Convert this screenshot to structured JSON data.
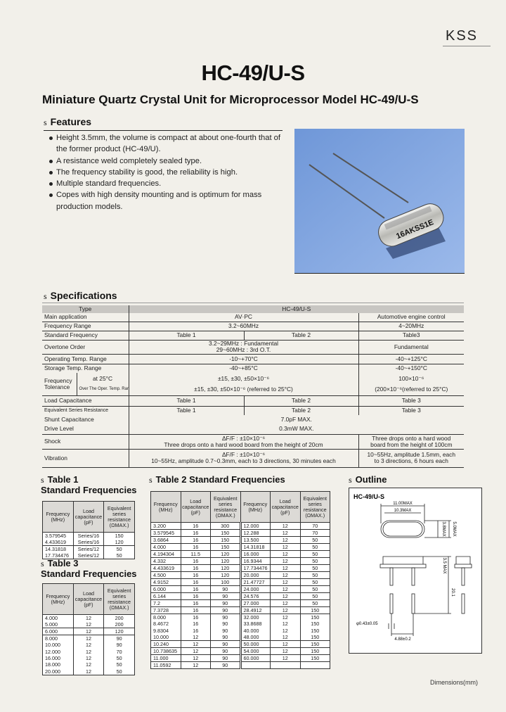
{
  "brand": "KSS",
  "title": "HC-49/U-S",
  "subtitle": "Miniature Quartz Crystal Unit for Microprocessor Model HC-49/U-S",
  "section_marker": "s",
  "features": {
    "heading": "Features",
    "items": [
      "Height 3.5mm, the volume is compact at about one-fourth that of the former product (HC-49/U).",
      "A resistance weld completely sealed type.",
      "The frequency stability is good, the reliability is high.",
      "Multiple standard frequencies.",
      "Copes with high density mounting and is optimum for mass production models."
    ]
  },
  "photo": {
    "marking": "16AKSS1E",
    "background": "#7ea3e0"
  },
  "specifications": {
    "heading": "Specifications",
    "type_label": "Type",
    "type_value": "HC-49/U-S",
    "main_application": {
      "label": "Main application",
      "a": "AV·PC",
      "b": "Automotive engine control"
    },
    "frequency_range": {
      "label": "Frequency Range",
      "a": "3.2~60MHz",
      "b": "4~20MHz"
    },
    "standard_frequency": {
      "label": "Standard Frequency",
      "t1": "Table 1",
      "t2": "Table 2",
      "t3": "Table3"
    },
    "overtone_order": {
      "label": "Overtone Order",
      "a1": "3.2~29MHz : Fundamental",
      "a2": "29~60MHz : 3rd O.T.",
      "b": "Fundamental"
    },
    "operating_temp": {
      "label": "Operating Temp. Range",
      "a": "-10~+70°C",
      "b": "-40~+125°C"
    },
    "storage_temp": {
      "label": "Storage Temp. Range",
      "a": "-40~+85°C",
      "b": "-40~+150°C"
    },
    "frequency_tolerance": {
      "label": "Frequency Tolerance",
      "at25_label": "at 25°C",
      "at25_a": "±15, ±30, ±50×10⁻⁶",
      "at25_b": "100×10⁻⁶",
      "over_label": "Over The Oper. Temp. Range",
      "over_a": "±15, ±30, ±50×10⁻⁶ (referred to 25°C)",
      "over_b": "(200×10⁻⁶(referred to 25°C)"
    },
    "load_capacitance": {
      "label": "Load Capacitance",
      "t1": "Table 1",
      "t2": "Table 2",
      "t3": "Table 3"
    },
    "esr": {
      "label": "Equivalent Series Resistance",
      "t1": "Table 1",
      "t2": "Table 2",
      "t3": "Table 3"
    },
    "shunt_capacitance": {
      "label": "Shunt Capacitance",
      "value": "7.0pF MAX."
    },
    "drive_level": {
      "label": "Drive Level",
      "value": "0.3mW MAX."
    },
    "shock": {
      "label": "Shock",
      "a1": "ΔF/F : ±10×10⁻⁶",
      "a2": "Three drops onto a hard wood board from the height of 20cm",
      "b1": "Three drops onto a hard wood",
      "b2": "board from the height of 100cm"
    },
    "vibration": {
      "label": "Vibration",
      "a1": "ΔF/F : ±10×10⁻⁶",
      "a2": "10~55Hz, amplitude 0.7~0.3mm, each to 3 directions, 30 minutes each",
      "b1": "10~55Hz, amplitude 1.5mm, each",
      "b2": "to 3 directions, 6 hours each"
    }
  },
  "columns": {
    "frequency": "Frequency (MHz)",
    "load": "Load capacitance (pF)",
    "esr": "Equivalent series resistance (ΩMAX.)"
  },
  "table1": {
    "label": "Table 1",
    "title": "Standard Frequencies",
    "rows": [
      [
        "3.579545",
        "Series/16",
        "150"
      ],
      [
        "4.433619",
        "Series/16",
        "120"
      ],
      [
        "14.31818",
        "Series/12",
        "50"
      ],
      [
        "17.734476",
        "Series/12",
        "50"
      ]
    ]
  },
  "table2": {
    "label": "Table 2",
    "title": "Standard Frequencies",
    "rows_left": [
      [
        "3.200",
        "16",
        "300"
      ],
      [
        "3.579545",
        "16",
        "150"
      ],
      [
        "3.6864",
        "16",
        "150"
      ],
      [
        "4.000",
        "16",
        "150"
      ],
      [
        "4.194304",
        "11.5",
        "120"
      ],
      [
        "4.332",
        "16",
        "120"
      ],
      [
        "4.433619",
        "16",
        "120"
      ],
      [
        "4.500",
        "16",
        "120"
      ],
      [
        "4.9152",
        "16",
        "100"
      ],
      [
        "6.000",
        "16",
        "90"
      ],
      [
        "6.144",
        "16",
        "90"
      ],
      [
        "7.2",
        "16",
        "90"
      ],
      [
        "7.3728",
        "16",
        "90"
      ],
      [
        "8.000",
        "16",
        "90"
      ],
      [
        "8.4672",
        "16",
        "90"
      ],
      [
        "9.8304",
        "16",
        "90"
      ],
      [
        "10.000",
        "12",
        "90"
      ],
      [
        "10.240",
        "12",
        "90"
      ],
      [
        "10.738635",
        "12",
        "90"
      ],
      [
        "11.000",
        "12",
        "90"
      ],
      [
        "11.0592",
        "12",
        "90"
      ]
    ],
    "rows_right": [
      [
        "12.000",
        "12",
        "70"
      ],
      [
        "12.288",
        "12",
        "70"
      ],
      [
        "13.500",
        "12",
        "50"
      ],
      [
        "14.31818",
        "12",
        "50"
      ],
      [
        "16.000",
        "12",
        "50"
      ],
      [
        "16.9344",
        "12",
        "50"
      ],
      [
        "17.734476",
        "12",
        "50"
      ],
      [
        "20.000",
        "12",
        "50"
      ],
      [
        "21.47727",
        "12",
        "50"
      ],
      [
        "24.000",
        "12",
        "50"
      ],
      [
        "24.576",
        "12",
        "50"
      ],
      [
        "27.000",
        "12",
        "50"
      ],
      [
        "28.4912",
        "12",
        "150"
      ],
      [
        "32.000",
        "12",
        "150"
      ],
      [
        "33.8688",
        "12",
        "150"
      ],
      [
        "40.000",
        "12",
        "150"
      ],
      [
        "48.000",
        "12",
        "150"
      ],
      [
        "50.000",
        "12",
        "150"
      ],
      [
        "54.000",
        "12",
        "150"
      ],
      [
        "60.000",
        "12",
        "150"
      ]
    ]
  },
  "table3": {
    "label": "Table 3",
    "title": "Standard Frequencies",
    "rows": [
      [
        "4.000",
        "12",
        "200"
      ],
      [
        "5.000",
        "12",
        "200"
      ],
      [
        "6.000",
        "12",
        "120"
      ],
      [
        "8.000",
        "12",
        "90"
      ],
      [
        "10.000",
        "12",
        "90"
      ],
      [
        "12.000",
        "12",
        "70"
      ],
      [
        "16.000",
        "12",
        "50"
      ],
      [
        "18.000",
        "12",
        "50"
      ],
      [
        "20.000",
        "12",
        "50"
      ]
    ]
  },
  "outline": {
    "heading": "Outline",
    "model": "HC-49/U-S",
    "dim_width_max": "11.00MAX",
    "dim_width": "10.3MAX",
    "dim_depth": "3.8MAX",
    "dim_depth_max": "5.0MAX",
    "dim_height": "3.5 MAX",
    "dim_lead": "20.1",
    "dim_lead_dia": "φ0.43±0.05",
    "dim_pitch": "4.88±0.2"
  },
  "dimensions_note": "Dimensions(mm)"
}
